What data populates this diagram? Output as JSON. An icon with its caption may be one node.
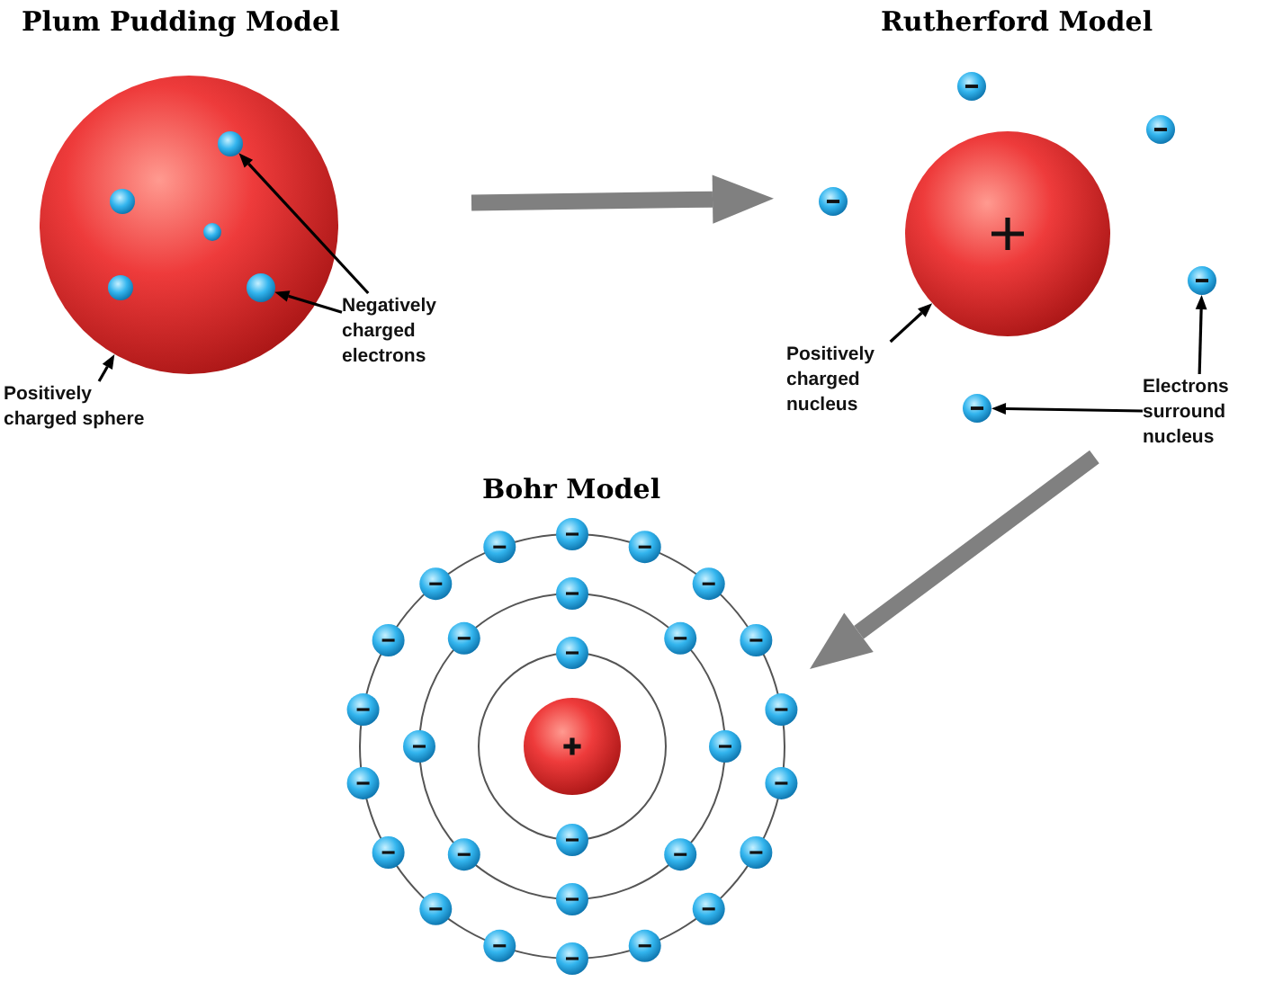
{
  "diagram": {
    "nodes": [
      {
        "text": [
          "Plum Pudding Model"
        ]
      },
      {
        "text": [],
        "shape": "circle",
        "in": 0
      },
      {
        "text": [],
        "shape": "circle",
        "in": 1
      },
      {
        "text": [],
        "shape": "circle",
        "in": 1
      },
      {
        "text": [
          "Negatively charged electrons"
        ],
        "in": 0
      },
      {
        "text": [
          "Positively charged sphere"
        ],
        "in": 0
      },
      {
        "text": [
          "Rutherford Model"
        ]
      },
      {
        "text": [],
        "shape": "circle",
        "in": 6
      },
      {
        "text": [],
        "shape": "circle",
        "in": 6
      },
      {
        "text": [],
        "shape": "circle",
        "in": 6
      },
      {
        "text": [
          "Positively charged nucleus"
        ],
        "in": 6
      },
      {
        "text": [
          "Electrons surround nucleus"
        ],
        "in": 6
      },
      {
        "text": [
          "Bohr Model"
        ]
      }
    ],
    "edges": [
      {
        "from": 4,
        "to": 2,
        "arrow": "to"
      },
      {
        "from": 4,
        "to": 3,
        "arrow": "to"
      },
      {
        "from": 5,
        "to": 1,
        "arrow": "to"
      },
      {
        "from": 0,
        "to": 6,
        "arrow": "to",
        "style": "thick",
        "color": "#808080"
      },
      {
        "from": 10,
        "to": 7,
        "arrow": "to"
      },
      {
        "from": 11,
        "to": 8,
        "arrow": "to"
      },
      {
        "from": 11,
        "to": 9,
        "arrow": "to"
      },
      {
        "from": 6,
        "to": 12,
        "arrow": "to",
        "style": "thick",
        "color": "#808080"
      }
    ]
  }
}
